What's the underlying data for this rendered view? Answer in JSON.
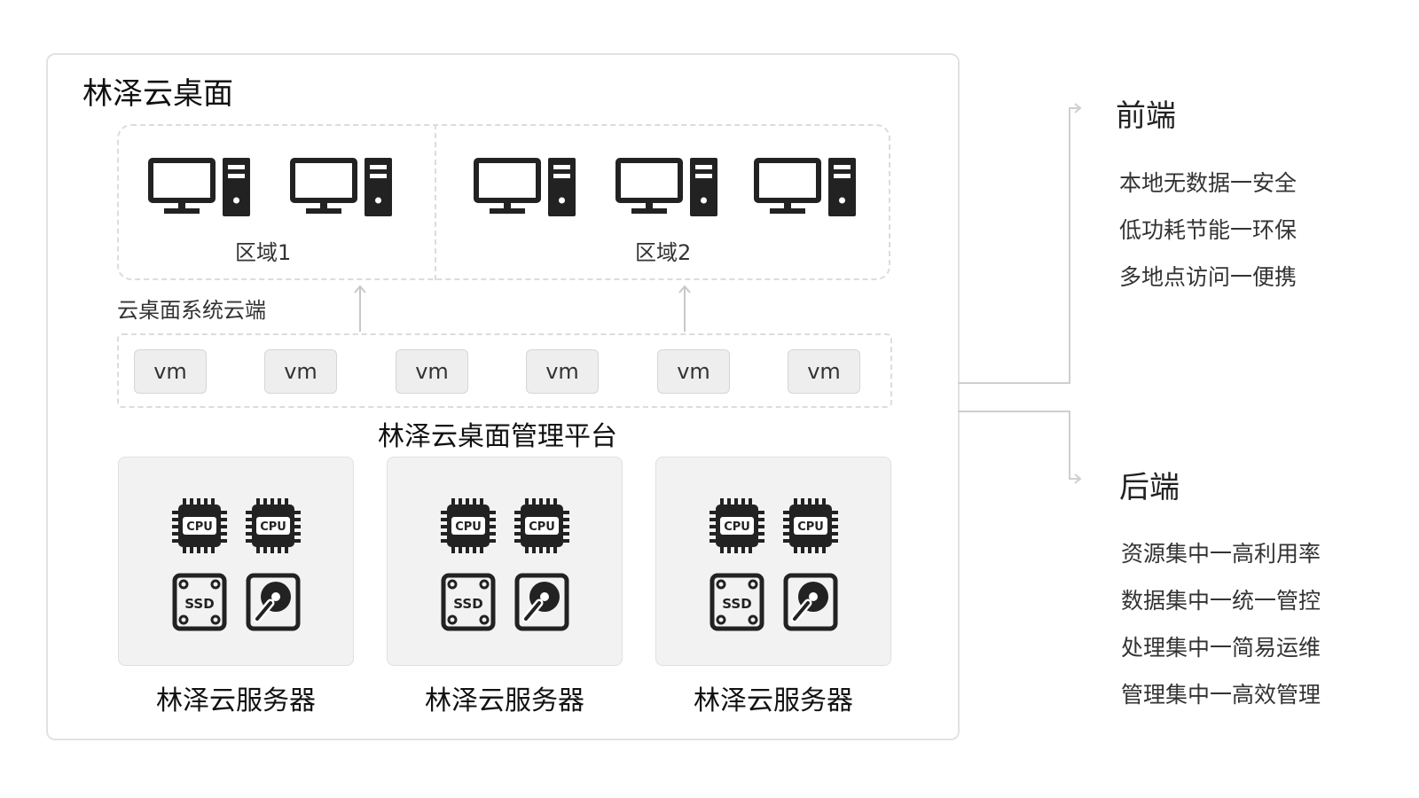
{
  "main": {
    "title": "林泽云桌面",
    "zones": [
      {
        "label": "区域1",
        "pcs": 2
      },
      {
        "label": "区域2",
        "pcs": 3
      }
    ],
    "cloud_label": "云桌面系统云端",
    "vms": [
      "vm",
      "vm",
      "vm",
      "vm",
      "vm",
      "vm"
    ],
    "platform_label": "林泽云桌面管理平台",
    "servers": [
      {
        "label": "林泽云服务器",
        "hardware": [
          "cpu-icon",
          "cpu-icon",
          "ssd-icon",
          "hdd-icon"
        ]
      },
      {
        "label": "林泽云服务器",
        "hardware": [
          "cpu-icon",
          "cpu-icon",
          "ssd-icon",
          "hdd-icon"
        ]
      },
      {
        "label": "林泽云服务器",
        "hardware": [
          "cpu-icon",
          "cpu-icon",
          "ssd-icon",
          "hdd-icon"
        ]
      }
    ],
    "chip_labels": {
      "cpu": "CPU",
      "ssd": "SSD"
    }
  },
  "frontend": {
    "heading": "前端",
    "items": [
      "本地无数据一安全",
      "低功耗节能一环保",
      "多地点访问一便携"
    ]
  },
  "backend": {
    "heading": "后端",
    "items": [
      "资源集中一高利用率",
      "数据集中一统一管控",
      "处理集中一简易运维",
      "管理集中一高效管理"
    ]
  },
  "colors": {
    "border": "#e2e2e2",
    "dashed": "#dcdcdc",
    "icon": "#222222",
    "panel": "#f2f2f2"
  }
}
